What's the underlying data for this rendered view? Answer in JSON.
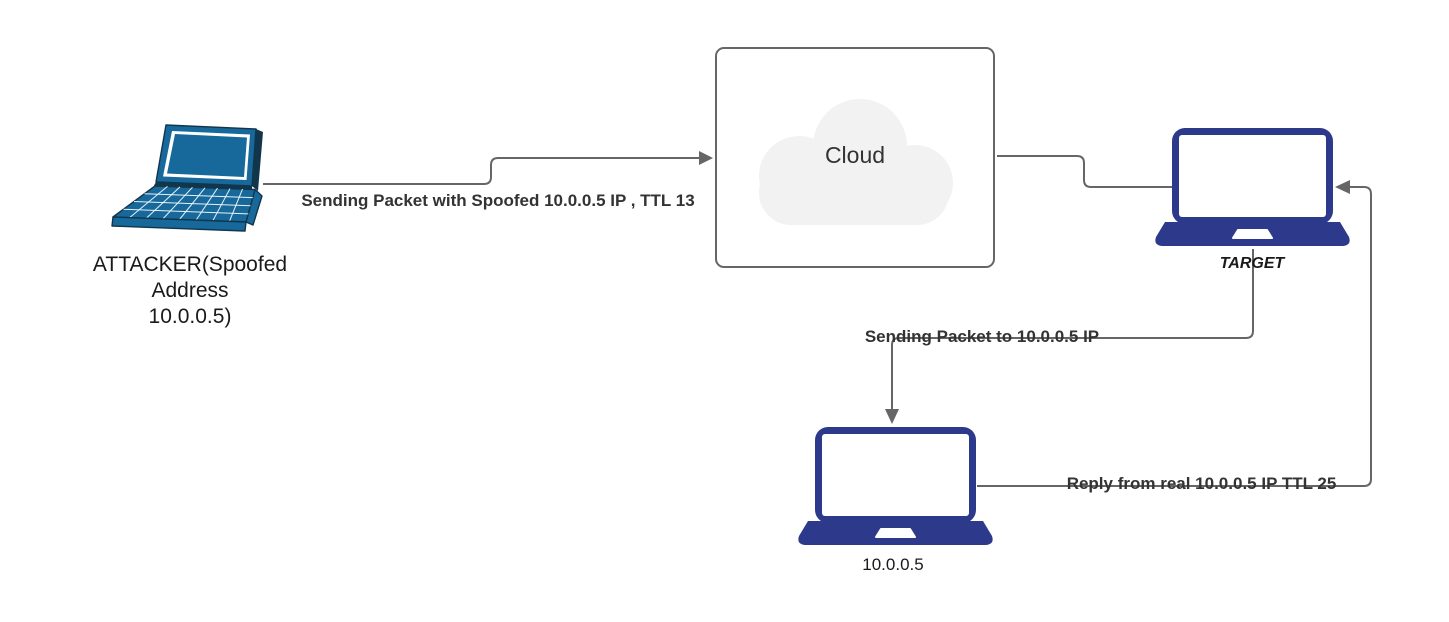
{
  "nodes": {
    "attacker": {
      "label": "ATTACKER(Spoofed\nAddress\n10.0.0.5)"
    },
    "cloud": {
      "label": "Cloud"
    },
    "target": {
      "label": "TARGET"
    },
    "real_host": {
      "label": "10.0.0.5"
    }
  },
  "edges": {
    "attacker_to_cloud": {
      "label": "Sending Packet with Spoofed 10.0.0.5 IP , TTL 13"
    },
    "cloud_to_target": {
      "label": ""
    },
    "target_to_real": {
      "label": "Sending Packet to 10.0.0.5 IP"
    },
    "real_to_target": {
      "label": "Reply from real 10.0.0.5 IP TTL 25"
    }
  },
  "colors": {
    "laptop_navy": "#2D3A8C",
    "laptop_teal": "#17699B",
    "laptop_teal_dark": "#11364C",
    "connector": "#666666",
    "cloud_fill": "#F2F2F2",
    "box_border": "#666666",
    "edge_label": "#333333",
    "node_label": "#1A1A1A"
  }
}
